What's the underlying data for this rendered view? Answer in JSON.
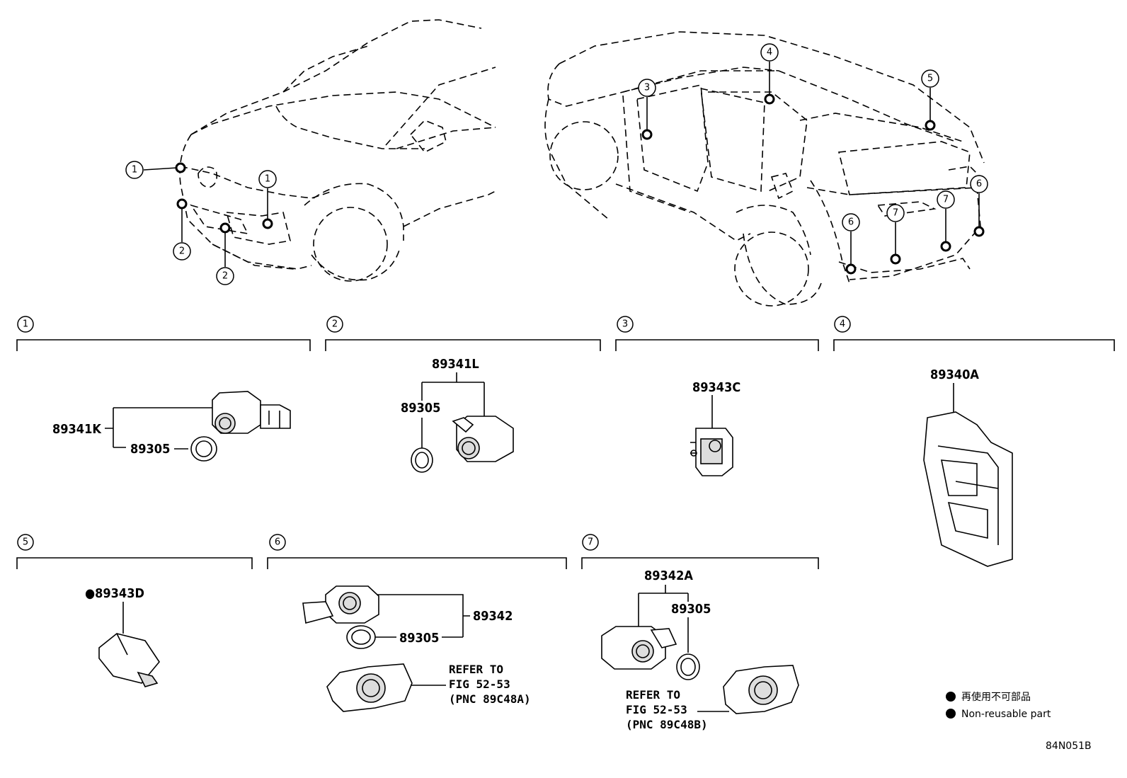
{
  "sections": [
    {
      "num": "1"
    },
    {
      "num": "2"
    },
    {
      "num": "3"
    },
    {
      "num": "4"
    },
    {
      "num": "5"
    },
    {
      "num": "6"
    },
    {
      "num": "7"
    }
  ],
  "callouts": {
    "front": [
      "1",
      "1",
      "2",
      "2"
    ],
    "rear": [
      "3",
      "4",
      "5",
      "6",
      "6",
      "7",
      "7"
    ]
  },
  "labels": {
    "s1_main": "89341K",
    "s1_sub": "89305",
    "s2_main": "89341L",
    "s2_sub": "89305",
    "s3_main": "89343C",
    "s4_main": "89340A",
    "s5_main": "●89343D",
    "s6_main": "89342",
    "s6_sub": "89305",
    "s6_refer_1": "REFER TO",
    "s6_refer_2": "FIG 52-53",
    "s6_refer_3": "(PNC 89C48A)",
    "s7_main": "89342A",
    "s7_sub": "89305",
    "s7_refer_1": "REFER TO",
    "s7_refer_2": "FIG 52-53",
    "s7_refer_3": "(PNC 89C48B)"
  },
  "legend": {
    "jp": "再使用不可部品",
    "en": "Non-reusable part",
    "bullet": "●"
  },
  "figure_code": "84N051B"
}
